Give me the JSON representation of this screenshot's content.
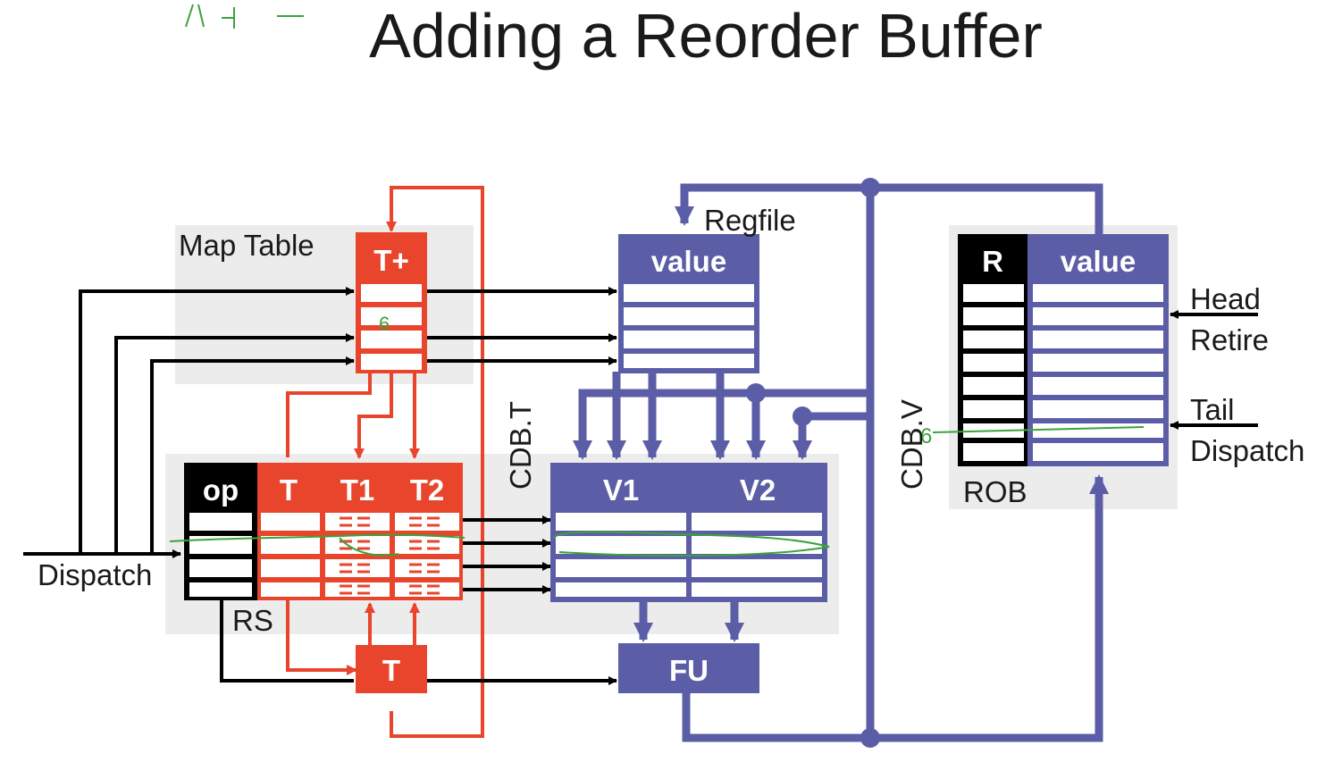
{
  "title": "Adding a Reorder Buffer",
  "colors": {
    "red": "#e8452c",
    "blue": "#5b5ea6",
    "black": "#000000",
    "panel": "#ececec",
    "ink": "#3aa33a"
  },
  "labels": {
    "map_table": "Map Table",
    "regfile": "Regfile",
    "rs": "RS",
    "rob": "ROB",
    "cdb_t": "CDB.T",
    "cdb_v": "CDB.V",
    "dispatch_left": "Dispatch",
    "head": "Head",
    "retire": "Retire",
    "tail": "Tail",
    "dispatch_right": "Dispatch"
  },
  "headers": {
    "map_t_plus": "T+",
    "regfile_value": "value",
    "rs_op": "op",
    "rs_t": "T",
    "rs_t1": "T1",
    "rs_t2": "T2",
    "rs_v1": "V1",
    "rs_v2": "V2",
    "rob_r": "R",
    "rob_value": "value",
    "fu": "FU",
    "tag_t": "T"
  },
  "annotations": {
    "map_table_mark": "6",
    "rob_mark": "6"
  }
}
